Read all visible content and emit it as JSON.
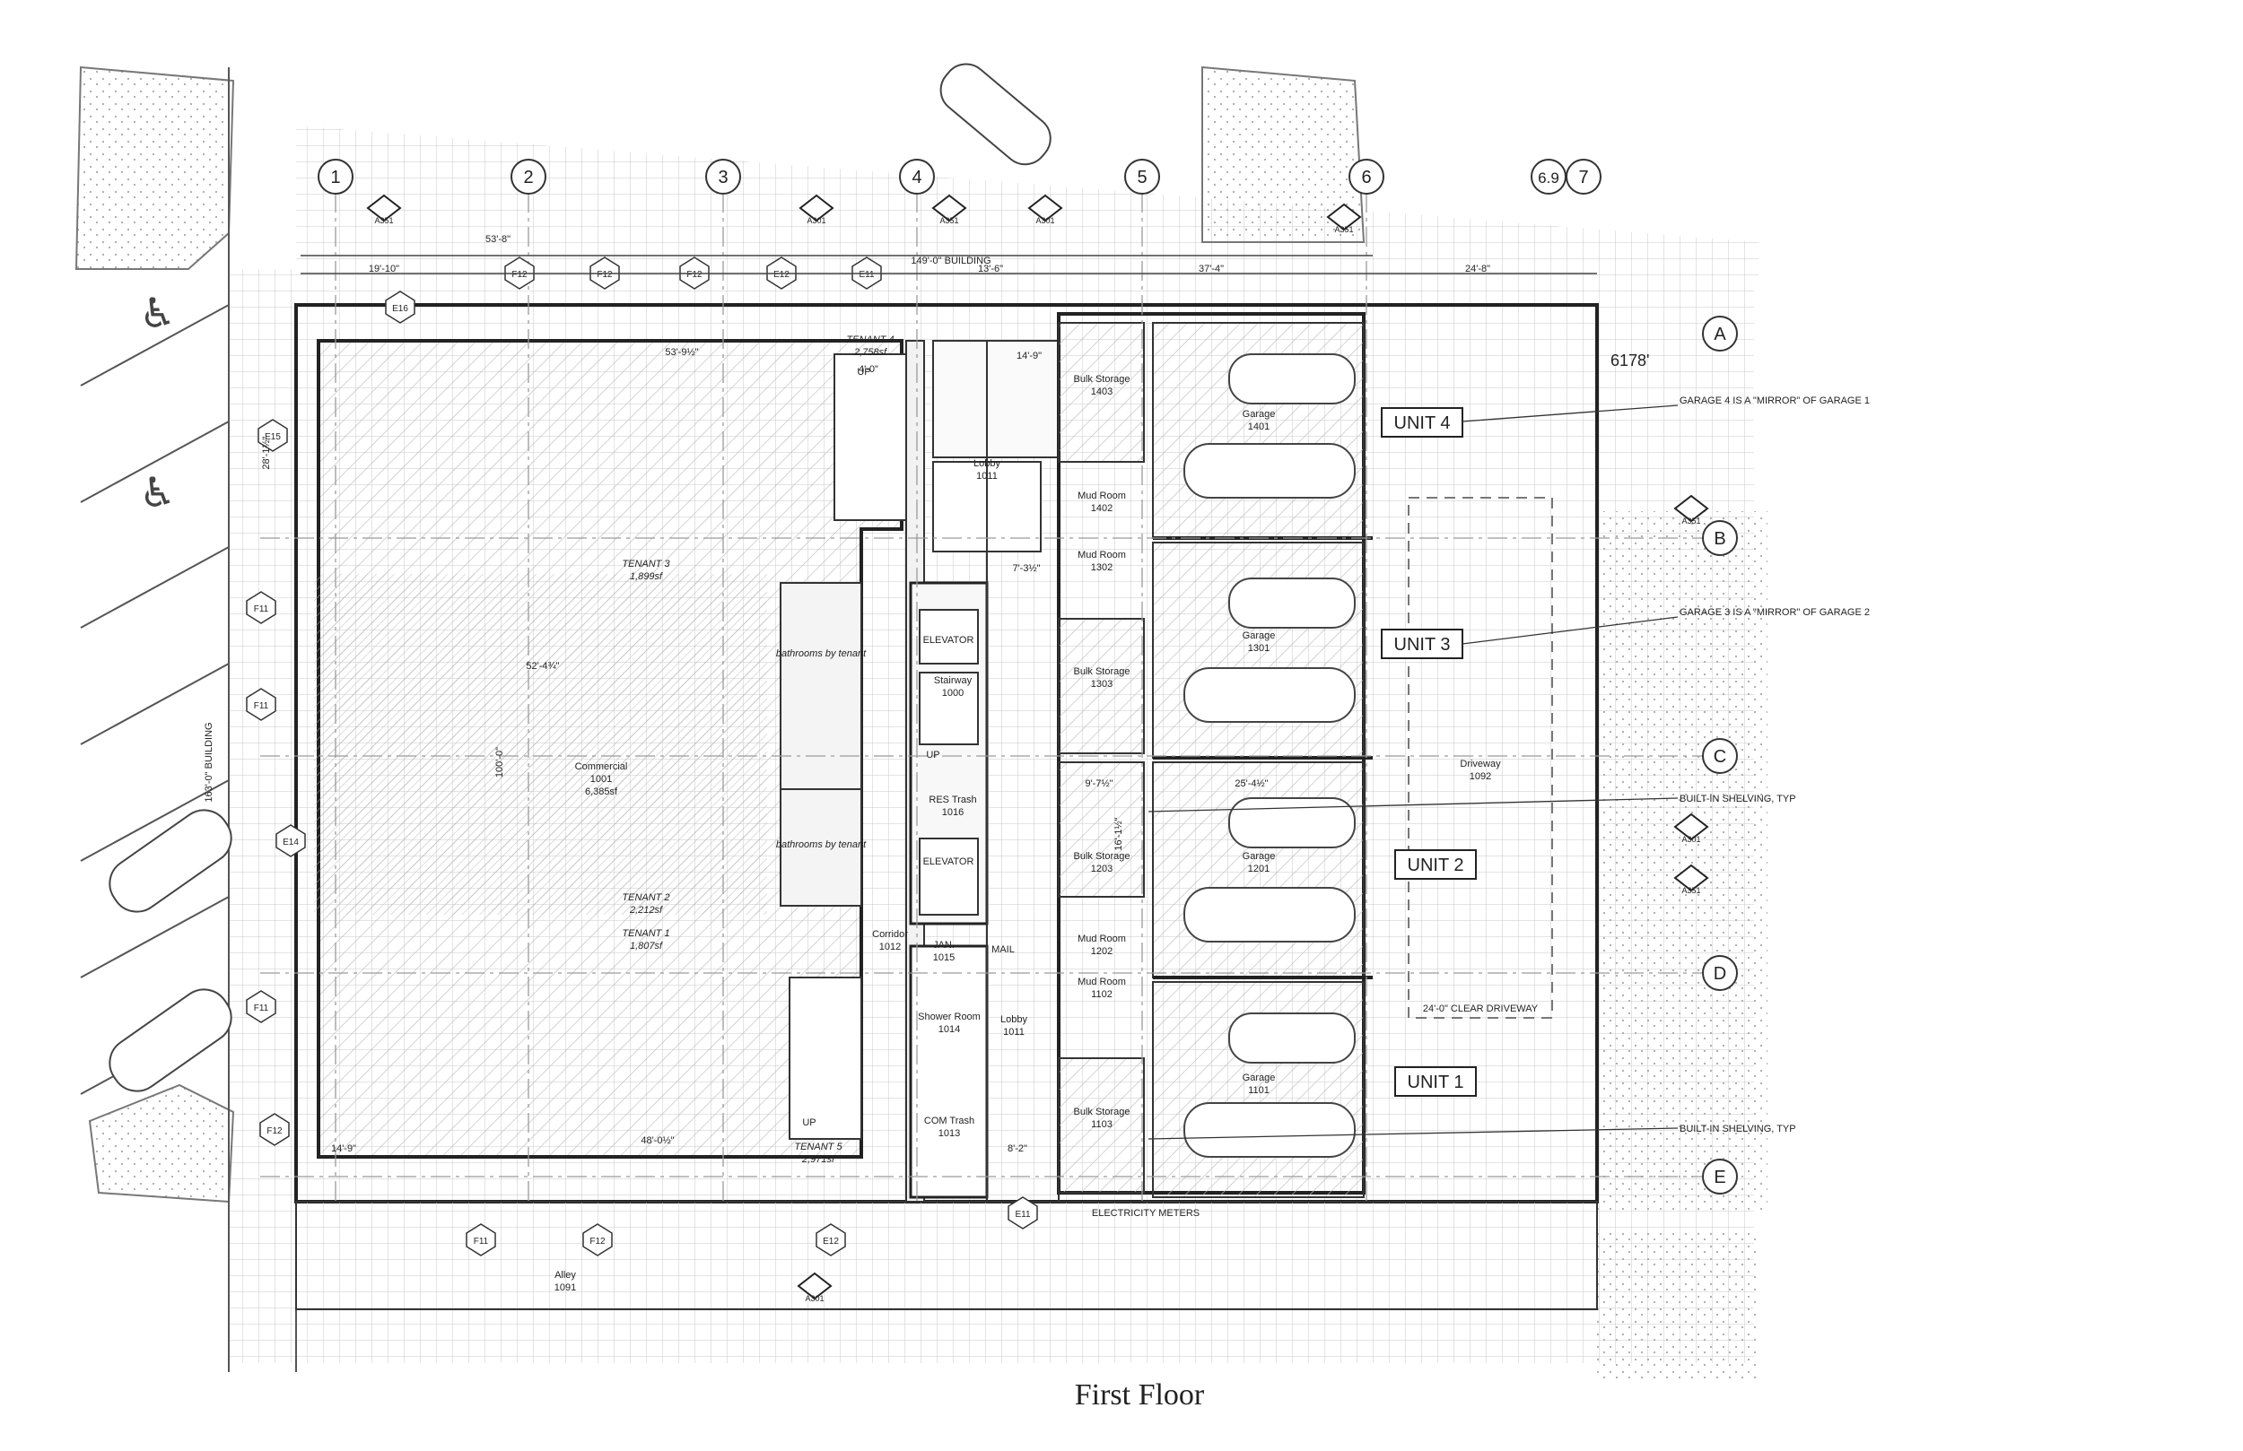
{
  "title": "First Floor",
  "elevation": "6178'",
  "grid_columns": [
    "1",
    "2",
    "3",
    "4",
    "5",
    "6",
    "6.9",
    "7"
  ],
  "grid_rows": [
    "A",
    "B",
    "C",
    "D",
    "E"
  ],
  "units": [
    "UNIT 4",
    "UNIT 3",
    "UNIT 2",
    "UNIT 1"
  ],
  "notes": {
    "garage4": "GARAGE 4 IS A \"MIRROR\" OF GARAGE 1",
    "garage3": "GARAGE 3 IS A \"MIRROR\" OF GARAGE 2",
    "shelving": "BUILT-IN SHELVING, TYP",
    "driveway_clear": "24'-0\" CLEAR DRIVEWAY",
    "meters": "ELECTRICITY METERS",
    "mail": "MAIL"
  },
  "rooms": [
    {
      "name": "Commercial",
      "num": "1001",
      "area": "6,385sf"
    },
    {
      "name": "Stairway",
      "num": "1000"
    },
    {
      "name": "Lobby",
      "num": "1011"
    },
    {
      "name": "Lobby",
      "num": "1011"
    },
    {
      "name": "Corridor",
      "num": "1012"
    },
    {
      "name": "JAN.",
      "num": "1015"
    },
    {
      "name": "Shower Room",
      "num": "1014"
    },
    {
      "name": "COM Trash",
      "num": "1013"
    },
    {
      "name": "RES Trash",
      "num": "1016"
    },
    {
      "name": "Bulk Storage",
      "num": "1403"
    },
    {
      "name": "Garage",
      "num": "1401"
    },
    {
      "name": "Mud Room",
      "num": "1402"
    },
    {
      "name": "Mud Room",
      "num": "1302"
    },
    {
      "name": "Garage",
      "num": "1301"
    },
    {
      "name": "Bulk Storage",
      "num": "1303"
    },
    {
      "name": "Bulk Storage",
      "num": "1203"
    },
    {
      "name": "Garage",
      "num": "1201"
    },
    {
      "name": "Mud Room",
      "num": "1202"
    },
    {
      "name": "Mud Room",
      "num": "1102"
    },
    {
      "name": "Garage",
      "num": "1101"
    },
    {
      "name": "Bulk Storage",
      "num": "1103"
    },
    {
      "name": "Driveway",
      "num": "1092"
    },
    {
      "name": "Alley",
      "num": "1091"
    }
  ],
  "tenants": [
    {
      "name": "TENANT 4",
      "area": "2,758sf"
    },
    {
      "name": "TENANT 3",
      "area": "1,899sf"
    },
    {
      "name": "TENANT 2",
      "area": "2,212sf"
    },
    {
      "name": "TENANT 1",
      "area": "1,807sf"
    },
    {
      "name": "TENANT 5",
      "area": "2,971sf"
    }
  ],
  "elevator_label": "ELEVATOR",
  "up_label": "UP",
  "bathrooms_note": "bathrooms by tenant",
  "dimensions": {
    "d1": "53'-8\"",
    "d2": "149'-0\" BUILDING",
    "d3": "19'-10\"",
    "d4": "13'-6\"",
    "d5": "37'-4\"",
    "d6": "24'-8\"",
    "d7": "53'-9½\"",
    "d8": "14'-9\"",
    "d9": "4'-0\"",
    "d10": "7'-3½\"",
    "d11": "52'-4¾\"",
    "d12": "100'-0\"",
    "d13": "48'-0½\"",
    "d14": "14'-9\"",
    "d15": "8'-2\"",
    "d16": "163'-0\" BUILDING",
    "d17": "28'-1½\"",
    "d18": "25'-4½\"",
    "d19": "9'-7½\"",
    "d20": "16'-1½\""
  },
  "section_tags": [
    "A351",
    "A301",
    "A351",
    "A301",
    "A351",
    "A351",
    "A301",
    "A301",
    "A351"
  ],
  "elevation_tags": [
    "E16",
    "F12",
    "F12",
    "F12",
    "E12",
    "E11",
    "E15",
    "F11",
    "F11",
    "E14",
    "F11",
    "F12",
    "F11",
    "F12",
    "E12",
    "E11"
  ]
}
